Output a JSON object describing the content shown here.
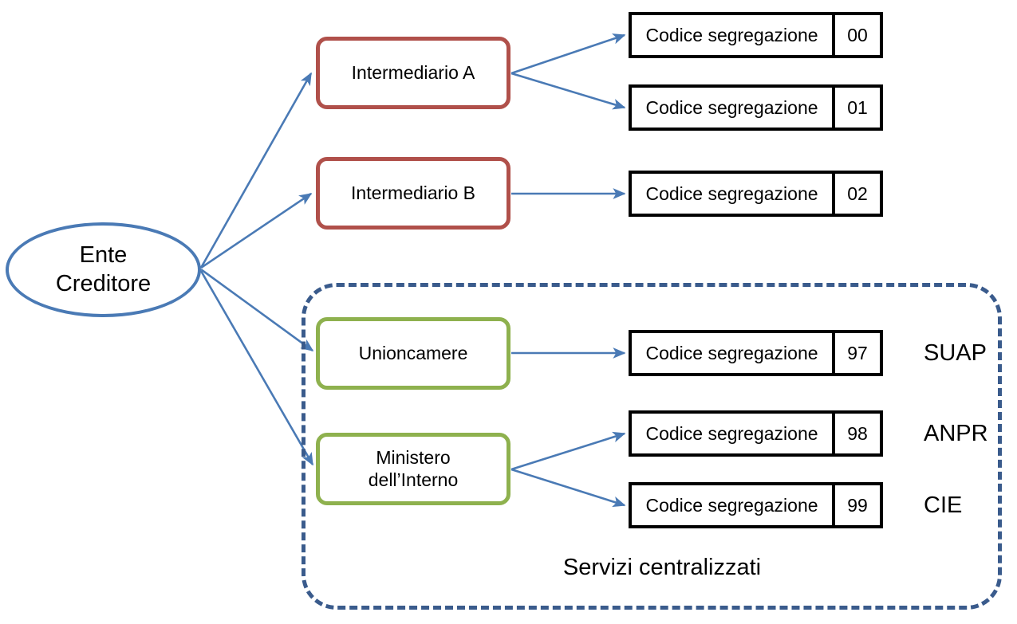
{
  "diagram": {
    "title_caption": "Servizi centralizzati",
    "colors": {
      "arrow": "#4a7ab5",
      "ellipse_border": "#4a7ab5",
      "intermediary_border": "#b0504a",
      "central_service_border": "#8eb14e",
      "group_border": "#3a5b8c",
      "code_box_border": "#000000",
      "background": "#ffffff"
    },
    "root": {
      "label_line1": "Ente",
      "label_line2": "Creditore"
    },
    "actors": [
      {
        "id": "intermediario-a",
        "label": "Intermediario A",
        "kind": "intermediary"
      },
      {
        "id": "intermediario-b",
        "label": "Intermediario B",
        "kind": "intermediary"
      },
      {
        "id": "unioncamere",
        "label": "Unioncamere",
        "kind": "central-service"
      },
      {
        "id": "ministero-interno",
        "label_line1": "Ministero",
        "label_line2": "dell’Interno",
        "kind": "central-service"
      }
    ],
    "codes": [
      {
        "id": "code-00",
        "label": "Codice segregazione",
        "value": "00",
        "service": ""
      },
      {
        "id": "code-01",
        "label": "Codice segregazione",
        "value": "01",
        "service": ""
      },
      {
        "id": "code-02",
        "label": "Codice segregazione",
        "value": "02",
        "service": ""
      },
      {
        "id": "code-97",
        "label": "Codice segregazione",
        "value": "97",
        "service": "SUAP"
      },
      {
        "id": "code-98",
        "label": "Codice segregazione",
        "value": "98",
        "service": "ANPR"
      },
      {
        "id": "code-99",
        "label": "Codice segregazione",
        "value": "99",
        "service": "CIE"
      }
    ],
    "services": [
      {
        "id": "suap",
        "label": "SUAP"
      },
      {
        "id": "anpr",
        "label": "ANPR"
      },
      {
        "id": "cie",
        "label": "CIE"
      }
    ]
  }
}
